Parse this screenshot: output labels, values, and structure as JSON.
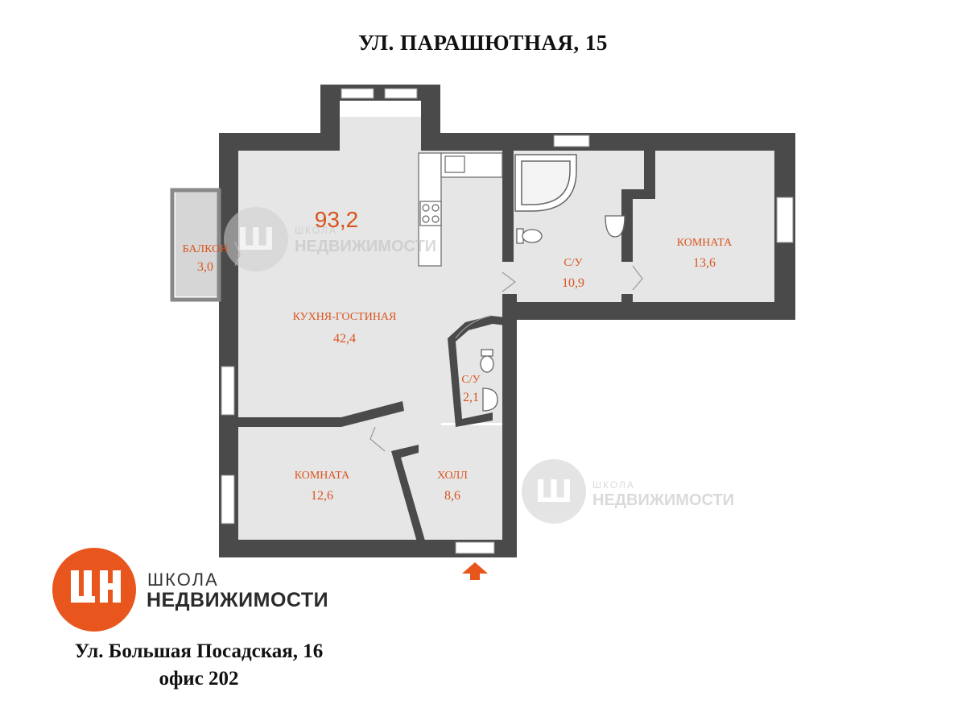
{
  "title": "УЛ. ПАРАШЮТНАЯ, 15",
  "total_area": "93,2",
  "rooms": {
    "balcony": {
      "name": "БАЛКОН",
      "area": "3,0"
    },
    "kitchen": {
      "name": "КУХНЯ-ГОСТИНАЯ",
      "area": "42,4"
    },
    "bath_big": {
      "name": "С/У",
      "area": "10,9"
    },
    "room_right": {
      "name": "КОМНАТА",
      "area": "13,6"
    },
    "bath_small": {
      "name": "С/У",
      "area": "2,1"
    },
    "room_left": {
      "name": "КОМНАТА",
      "area": "12,6"
    },
    "hall": {
      "name": "ХОЛЛ",
      "area": "8,6"
    }
  },
  "watermark": {
    "line1": "ШКОЛА",
    "line2": "НЕДВИЖИМОСТИ"
  },
  "logo": {
    "line1": "ШКОЛА",
    "line2": "НЕДВИЖИМОСТИ"
  },
  "address": {
    "line1": "Ул. Большая Посадская, 16",
    "line2": "офис 202"
  },
  "colors": {
    "wall": "#4a4a4a",
    "floor": "#e6e6e6",
    "accent": "#e8561e",
    "label": "#d9541e",
    "watermark": "#bdbdbd"
  },
  "icons": [
    "entrance-arrow-icon",
    "bathtub-icon",
    "toilet-icon",
    "sink-icon",
    "stove-icon",
    "logo-mark-icon"
  ]
}
